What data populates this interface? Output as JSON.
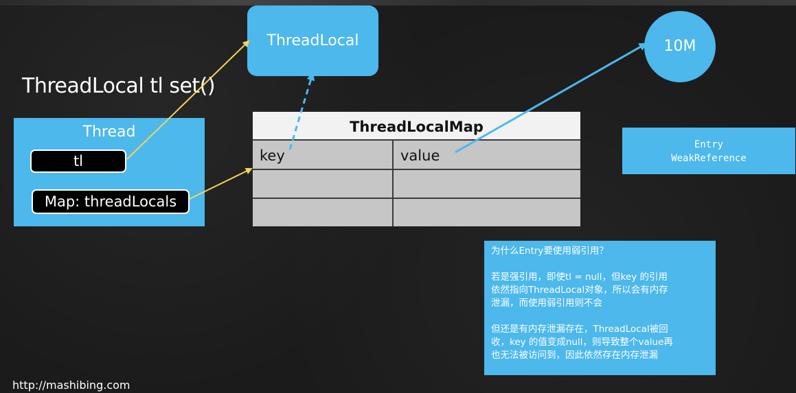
{
  "title": "ThreadLocal tl set()",
  "thread": {
    "label": "Thread",
    "tl_field": "tl",
    "map_field": "Map: threadLocals"
  },
  "threadlocal_box": {
    "label": "ThreadLocal"
  },
  "value_circle": {
    "label": "10M"
  },
  "entry_box": {
    "line1": "Entry",
    "line2": "WeakReference"
  },
  "threadlocalmap": {
    "title": "ThreadLocalMap",
    "columns": [
      "key",
      "value"
    ],
    "rows": [
      [
        "key",
        "value"
      ],
      [
        "",
        ""
      ],
      [
        "",
        ""
      ]
    ]
  },
  "note": {
    "question": "为什么Entry要使用弱引用？",
    "para1_lines": [
      "若是强引用，即使tl = null，但key 的引用",
      "依然指向ThreadLocal对象，所以会有内存",
      "泄漏，而使用弱引用则不会"
    ],
    "para2_lines": [
      "但还是有内存泄漏存在，ThreadLocal被回",
      "收，key 的值变成null，则导致整个value再",
      "也无法被访问到，因此依然存在内存泄漏"
    ]
  },
  "footer_url": "http://mashibing.com",
  "colors": {
    "background": "#1b1b1b",
    "box_blue": "#4cb8ec",
    "arrow_yellow": "#f2d55a",
    "table_grey": "#c6c6c6",
    "table_header": "#f2f2f2"
  }
}
